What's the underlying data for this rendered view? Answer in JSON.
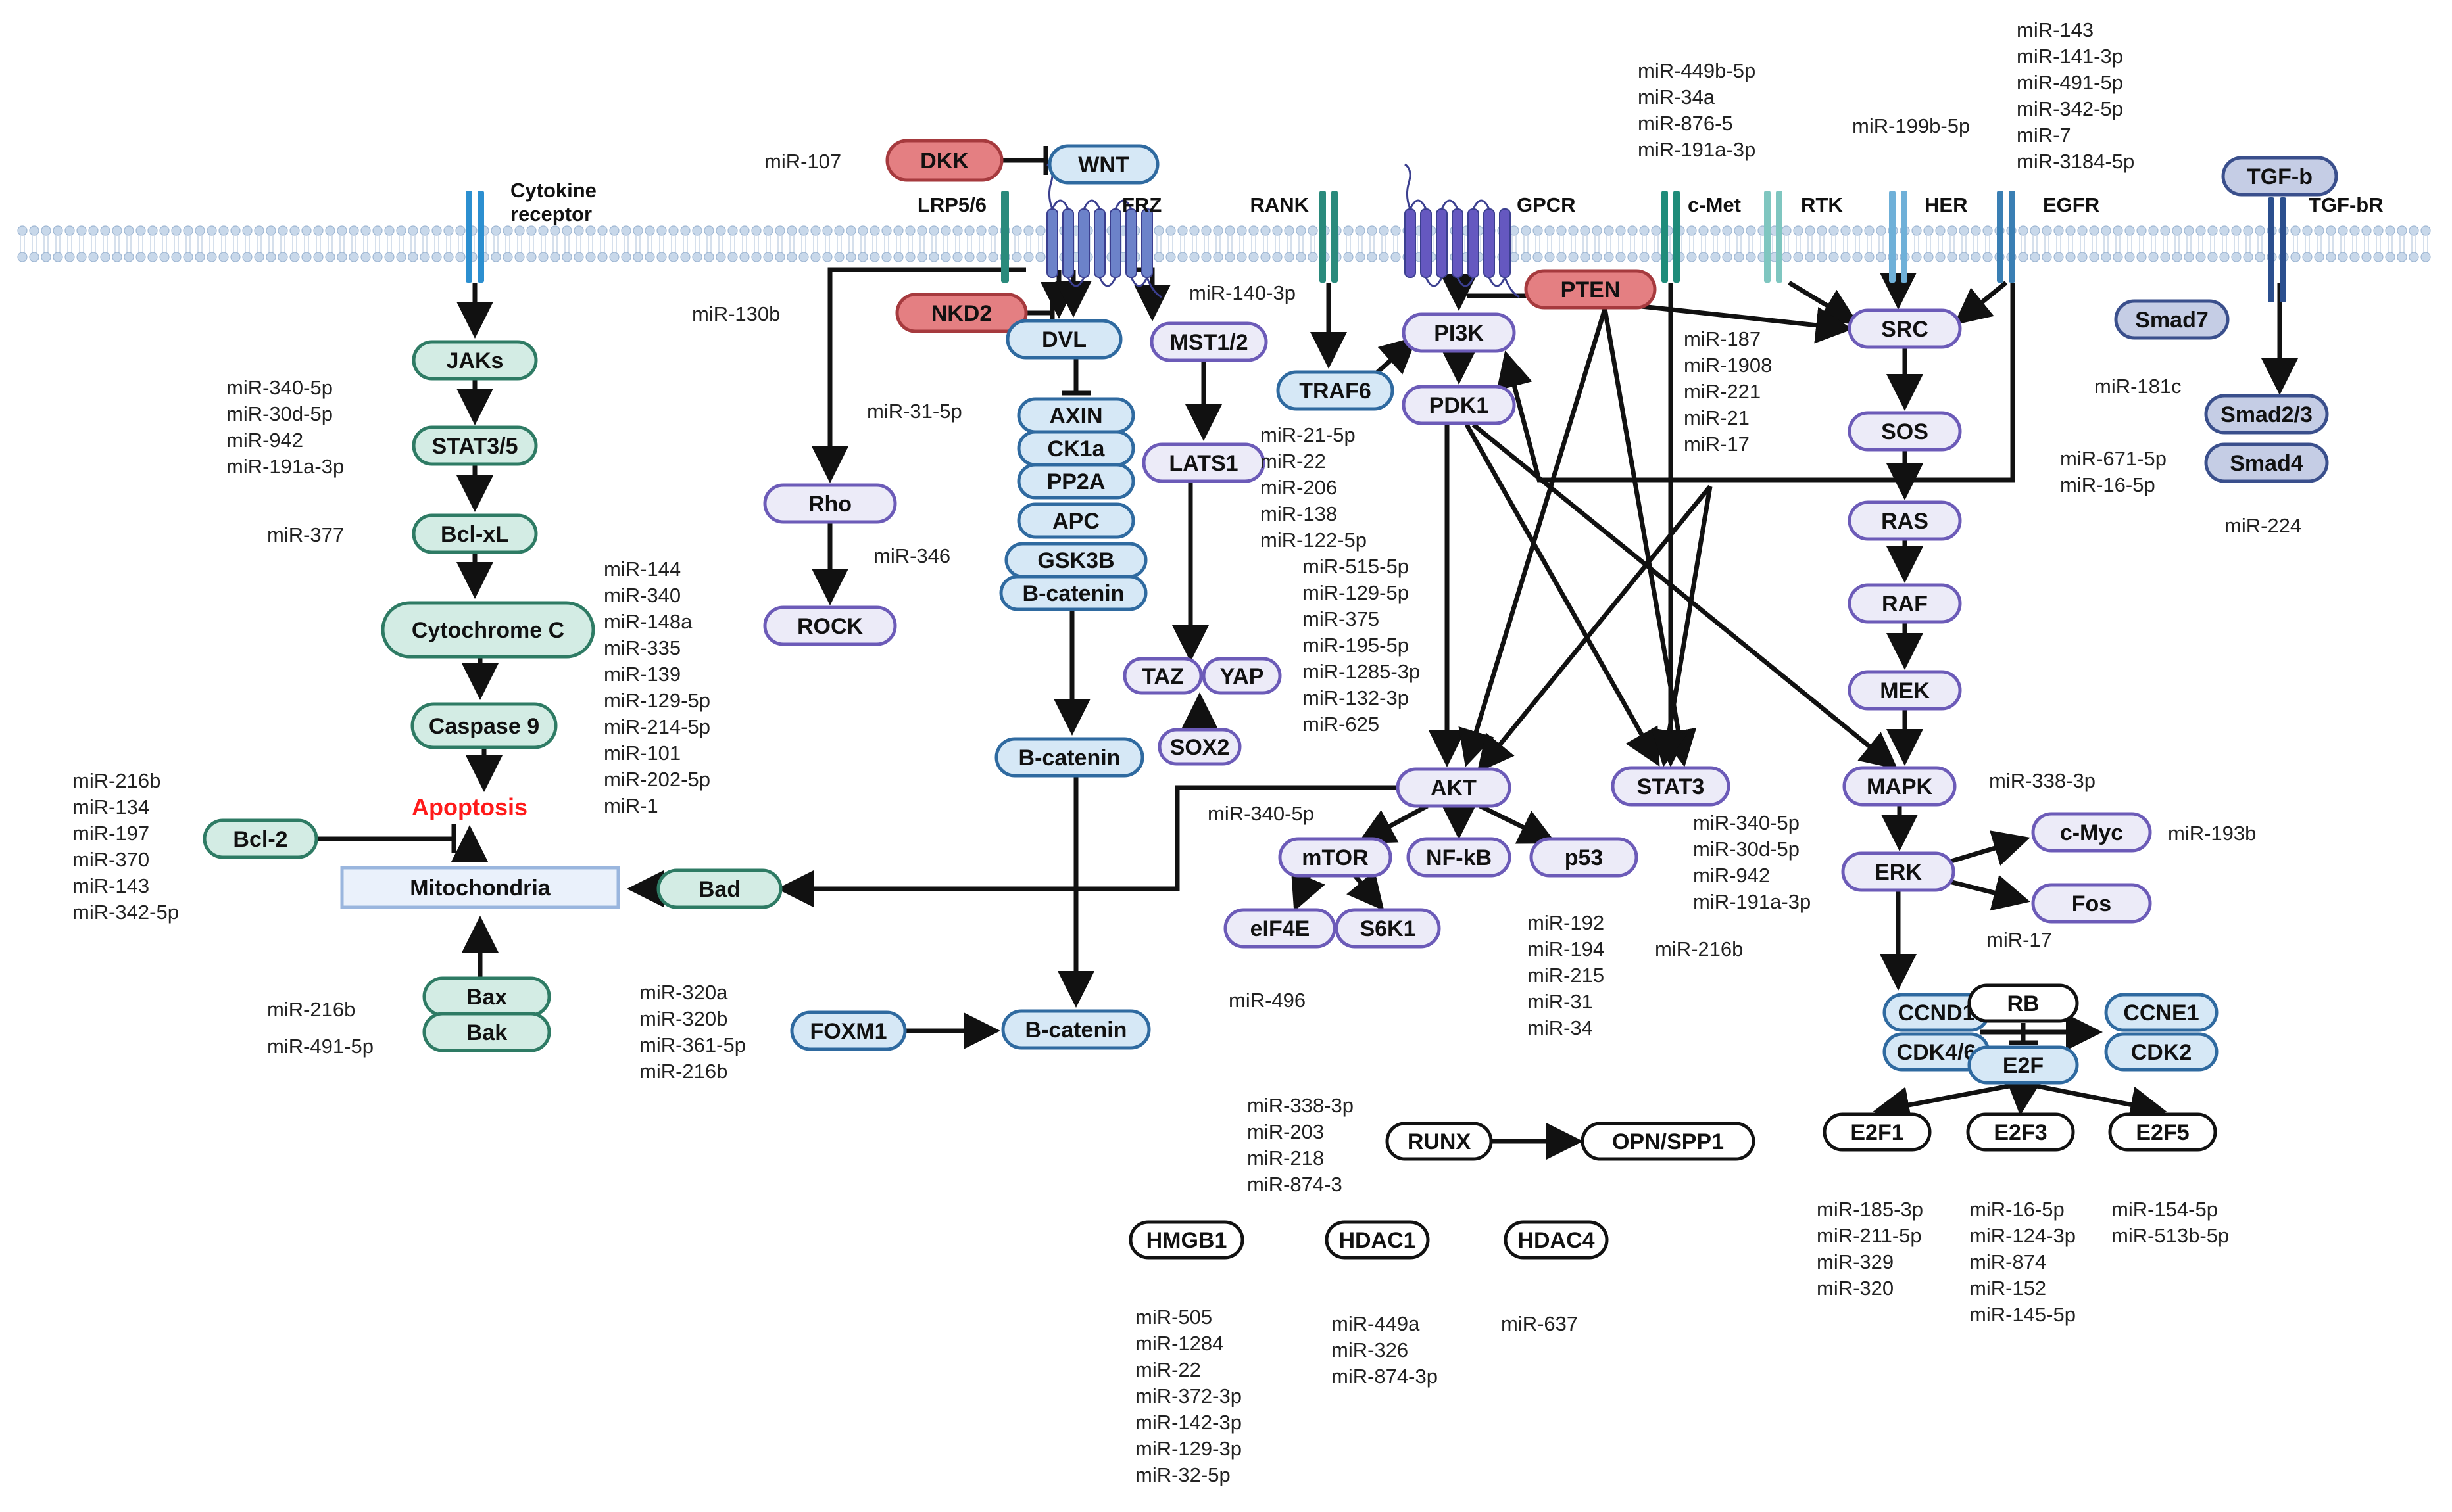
{
  "palette": {
    "teal_fill": "#d3ece4",
    "teal_stroke": "#2e7b64",
    "blue_fill": "#d6e8f6",
    "blue_stroke": "#2f6aa0",
    "purple_fill": "#ecebf8",
    "purple_stroke": "#6c5bb8",
    "red_fill": "#e47f82",
    "red_stroke": "#a63a3e",
    "slate_fill": "#c5cde5",
    "slate_stroke": "#3a4f8c",
    "black_fill": "#ffffff",
    "black_stroke": "#111111",
    "apoptosis": "#ff1a1a",
    "membrane": "#c8d8ea"
  },
  "receptors": [
    {
      "id": "cytokine",
      "label": "Cytokine\nreceptor"
    },
    {
      "id": "lrp56",
      "label": "LRP5/6"
    },
    {
      "id": "frz",
      "label": "FRZ"
    },
    {
      "id": "rank",
      "label": "RANK"
    },
    {
      "id": "gpcr",
      "label": "GPCR"
    },
    {
      "id": "cmet",
      "label": "c-Met"
    },
    {
      "id": "rtk",
      "label": "RTK"
    },
    {
      "id": "her",
      "label": "HER"
    },
    {
      "id": "egfr",
      "label": "EGFR"
    },
    {
      "id": "tgfbr",
      "label": "TGF-bR"
    }
  ],
  "nodes": [
    {
      "id": "JAKs",
      "text": "JAKs",
      "c": "teal"
    },
    {
      "id": "STAT35",
      "text": "STAT3/5",
      "c": "teal"
    },
    {
      "id": "BclxL",
      "text": "Bcl-xL",
      "c": "teal"
    },
    {
      "id": "CytC",
      "text": "Cytochrome C",
      "c": "teal"
    },
    {
      "id": "Casp9",
      "text": "Caspase 9",
      "c": "teal"
    },
    {
      "id": "Bcl2",
      "text": "Bcl-2",
      "c": "teal"
    },
    {
      "id": "Bad",
      "text": "Bad",
      "c": "teal"
    },
    {
      "id": "Bax",
      "text": "Bax",
      "c": "teal"
    },
    {
      "id": "Bak",
      "text": "Bak",
      "c": "teal"
    },
    {
      "id": "Mito",
      "text": "Mitochondria",
      "c": "mito"
    },
    {
      "id": "DKK",
      "text": "DKK",
      "c": "red"
    },
    {
      "id": "WNT",
      "text": "WNT",
      "c": "blue"
    },
    {
      "id": "NKD2",
      "text": "NKD2",
      "c": "red"
    },
    {
      "id": "DVL",
      "text": "DVL",
      "c": "blue"
    },
    {
      "id": "AXIN",
      "text": "AXIN",
      "c": "blue"
    },
    {
      "id": "CK1a",
      "text": "CK1a",
      "c": "blue"
    },
    {
      "id": "PP2A",
      "text": "PP2A",
      "c": "blue"
    },
    {
      "id": "APC",
      "text": "APC",
      "c": "blue"
    },
    {
      "id": "GSK3B",
      "text": "GSK3B",
      "c": "blue"
    },
    {
      "id": "Bcat1",
      "text": "B-catenin",
      "c": "blue"
    },
    {
      "id": "Bcat2",
      "text": "B-catenin",
      "c": "blue"
    },
    {
      "id": "Bcat3",
      "text": "B-catenin",
      "c": "blue"
    },
    {
      "id": "FOXM1",
      "text": "FOXM1",
      "c": "blue"
    },
    {
      "id": "Rho",
      "text": "Rho",
      "c": "purple"
    },
    {
      "id": "ROCK",
      "text": "ROCK",
      "c": "purple"
    },
    {
      "id": "MST12",
      "text": "MST1/2",
      "c": "purple"
    },
    {
      "id": "LATS1",
      "text": "LATS1",
      "c": "purple"
    },
    {
      "id": "TAZ",
      "text": "TAZ",
      "c": "purple"
    },
    {
      "id": "YAP",
      "text": "YAP",
      "c": "purple"
    },
    {
      "id": "SOX2",
      "text": "SOX2",
      "c": "purple"
    },
    {
      "id": "TRAF6",
      "text": "TRAF6",
      "c": "blue"
    },
    {
      "id": "PI3K",
      "text": "PI3K",
      "c": "purple"
    },
    {
      "id": "PDK1",
      "text": "PDK1",
      "c": "purple"
    },
    {
      "id": "PTEN",
      "text": "PTEN",
      "c": "red"
    },
    {
      "id": "AKT",
      "text": "AKT",
      "c": "purple"
    },
    {
      "id": "mTOR",
      "text": "mTOR",
      "c": "purple"
    },
    {
      "id": "NFkB",
      "text": "NF-kB",
      "c": "purple"
    },
    {
      "id": "p53",
      "text": "p53",
      "c": "purple"
    },
    {
      "id": "eIF4E",
      "text": "eIF4E",
      "c": "purple"
    },
    {
      "id": "S6K1",
      "text": "S6K1",
      "c": "purple"
    },
    {
      "id": "STAT3",
      "text": "STAT3",
      "c": "purple"
    },
    {
      "id": "SRC",
      "text": "SRC",
      "c": "purple"
    },
    {
      "id": "SOS",
      "text": "SOS",
      "c": "purple"
    },
    {
      "id": "RAS",
      "text": "RAS",
      "c": "purple"
    },
    {
      "id": "RAF",
      "text": "RAF",
      "c": "purple"
    },
    {
      "id": "MEK",
      "text": "MEK",
      "c": "purple"
    },
    {
      "id": "MAPK",
      "text": "MAPK",
      "c": "purple"
    },
    {
      "id": "ERK",
      "text": "ERK",
      "c": "purple"
    },
    {
      "id": "cMyc",
      "text": "c-Myc",
      "c": "purple"
    },
    {
      "id": "Fos",
      "text": "Fos",
      "c": "purple"
    },
    {
      "id": "CCND1",
      "text": "CCND1",
      "c": "blue"
    },
    {
      "id": "CDK46",
      "text": "CDK4/6",
      "c": "blue"
    },
    {
      "id": "RB",
      "text": "RB",
      "c": "black"
    },
    {
      "id": "E2F",
      "text": "E2F",
      "c": "blue"
    },
    {
      "id": "CCNE1",
      "text": "CCNE1",
      "c": "blue"
    },
    {
      "id": "CDK2",
      "text": "CDK2",
      "c": "blue"
    },
    {
      "id": "E2F1",
      "text": "E2F1",
      "c": "black"
    },
    {
      "id": "E2F3",
      "text": "E2F3",
      "c": "black"
    },
    {
      "id": "E2F5",
      "text": "E2F5",
      "c": "black"
    },
    {
      "id": "TGFb",
      "text": "TGF-b",
      "c": "slate"
    },
    {
      "id": "Smad7",
      "text": "Smad7",
      "c": "slate"
    },
    {
      "id": "Smad23",
      "text": "Smad2/3",
      "c": "slate"
    },
    {
      "id": "Smad4",
      "text": "Smad4",
      "c": "slate"
    },
    {
      "id": "RUNX",
      "text": "RUNX",
      "c": "black"
    },
    {
      "id": "OPN",
      "text": "OPN/SPP1",
      "c": "black"
    },
    {
      "id": "HMGB1",
      "text": "HMGB1",
      "c": "black"
    },
    {
      "id": "HDAC1",
      "text": "HDAC1",
      "c": "black"
    },
    {
      "id": "HDAC4",
      "text": "HDAC4",
      "c": "black"
    }
  ],
  "apoptosis_label": "Apoptosis",
  "mirna_groups": [
    {
      "id": "g_dkk",
      "lines": [
        "miR-107"
      ]
    },
    {
      "id": "g_nkd2",
      "lines": [
        "miR-130b"
      ]
    },
    {
      "id": "g_axin",
      "lines": [
        "miR-31-5p"
      ]
    },
    {
      "id": "g_gsk",
      "lines": [
        "miR-346"
      ]
    },
    {
      "id": "g_stat35",
      "lines": [
        "miR-340-5p",
        "miR-30d-5p",
        "miR-942",
        "miR-191a-3p"
      ]
    },
    {
      "id": "g_bclxl",
      "lines": [
        "miR-377"
      ]
    },
    {
      "id": "g_rock",
      "lines": [
        "miR-144",
        "miR-340",
        "miR-148a",
        "miR-335",
        "miR-139",
        "miR-129-5p",
        "miR-214-5p",
        "miR-101",
        "miR-202-5p",
        "miR-1"
      ]
    },
    {
      "id": "g_bcl2",
      "lines": [
        "miR-216b",
        "miR-134",
        "miR-197",
        "miR-370",
        "miR-143",
        "miR-342-5p"
      ]
    },
    {
      "id": "g_bax",
      "lines": [
        "miR-216b"
      ]
    },
    {
      "id": "g_bak",
      "lines": [
        "miR-491-5p"
      ]
    },
    {
      "id": "g_foxm1",
      "lines": [
        "miR-320a",
        "miR-320b",
        "miR-361-5p",
        "miR-216b"
      ]
    },
    {
      "id": "g_traf6",
      "lines": [
        "miR-140-3p"
      ]
    },
    {
      "id": "g_pi3k",
      "lines": [
        "miR-21-5p",
        "miR-22",
        "miR-206",
        "miR-138",
        "miR-122-5p"
      ]
    },
    {
      "id": "g_yap",
      "lines": [
        "miR-515-5p",
        "miR-129-5p",
        "miR-375",
        "miR-195-5p",
        "miR-1285-3p",
        "miR-132-3p",
        "miR-625"
      ]
    },
    {
      "id": "g_pten",
      "lines": [
        "miR-187",
        "miR-1908",
        "miR-221",
        "miR-21",
        "miR-17"
      ]
    },
    {
      "id": "g_cmet",
      "lines": [
        "miR-449b-5p",
        "miR-34a",
        "miR-876-5",
        "miR-191a-3p"
      ]
    },
    {
      "id": "g_her",
      "lines": [
        "miR-199b-5p"
      ]
    },
    {
      "id": "g_egfr",
      "lines": [
        "miR-143",
        "miR-141-3p",
        "miR-491-5p",
        "miR-342-5p",
        "miR-7",
        "miR-3184-5p"
      ]
    },
    {
      "id": "g_smad7",
      "lines": [
        "miR-181c"
      ]
    },
    {
      "id": "g_smad23",
      "lines": [
        "miR-671-5p",
        "miR-16-5p"
      ]
    },
    {
      "id": "g_smad4",
      "lines": [
        "miR-224"
      ]
    },
    {
      "id": "g_mtor",
      "lines": [
        "miR-340-5p"
      ]
    },
    {
      "id": "g_eif4e",
      "lines": [
        "miR-496"
      ]
    },
    {
      "id": "g_p53a",
      "lines": [
        "miR-192",
        "miR-194",
        "miR-215",
        "miR-31",
        "miR-34"
      ]
    },
    {
      "id": "g_p53b",
      "lines": [
        "miR-216b"
      ]
    },
    {
      "id": "g_stat3",
      "lines": [
        "miR-340-5p",
        "miR-30d-5p",
        "miR-942",
        "miR-191a-3p"
      ]
    },
    {
      "id": "g_mapk",
      "lines": [
        "miR-338-3p"
      ]
    },
    {
      "id": "g_cmyc",
      "lines": [
        "miR-193b"
      ]
    },
    {
      "id": "g_rb",
      "lines": [
        "miR-17"
      ]
    },
    {
      "id": "g_e2f1",
      "lines": [
        "miR-185-3p",
        "miR-211-5p",
        "miR-329",
        "miR-320"
      ]
    },
    {
      "id": "g_e2f3",
      "lines": [
        "miR-16-5p",
        "miR-124-3p",
        "miR-874",
        "miR-152",
        "miR-145-5p"
      ]
    },
    {
      "id": "g_e2f5",
      "lines": [
        "miR-154-5p",
        "miR-513b-5p"
      ]
    },
    {
      "id": "g_runx",
      "lines": [
        "miR-338-3p",
        "miR-203",
        "miR-218",
        "miR-874-3"
      ]
    },
    {
      "id": "g_hmgb1",
      "lines": [
        "miR-505",
        "miR-1284",
        "miR-22",
        "miR-372-3p",
        "miR-142-3p",
        "miR-129-3p",
        "miR-32-5p"
      ]
    },
    {
      "id": "g_hdac1",
      "lines": [
        "miR-449a",
        "miR-326",
        "miR-874-3p"
      ]
    },
    {
      "id": "g_hdac4",
      "lines": [
        "miR-637"
      ]
    }
  ]
}
